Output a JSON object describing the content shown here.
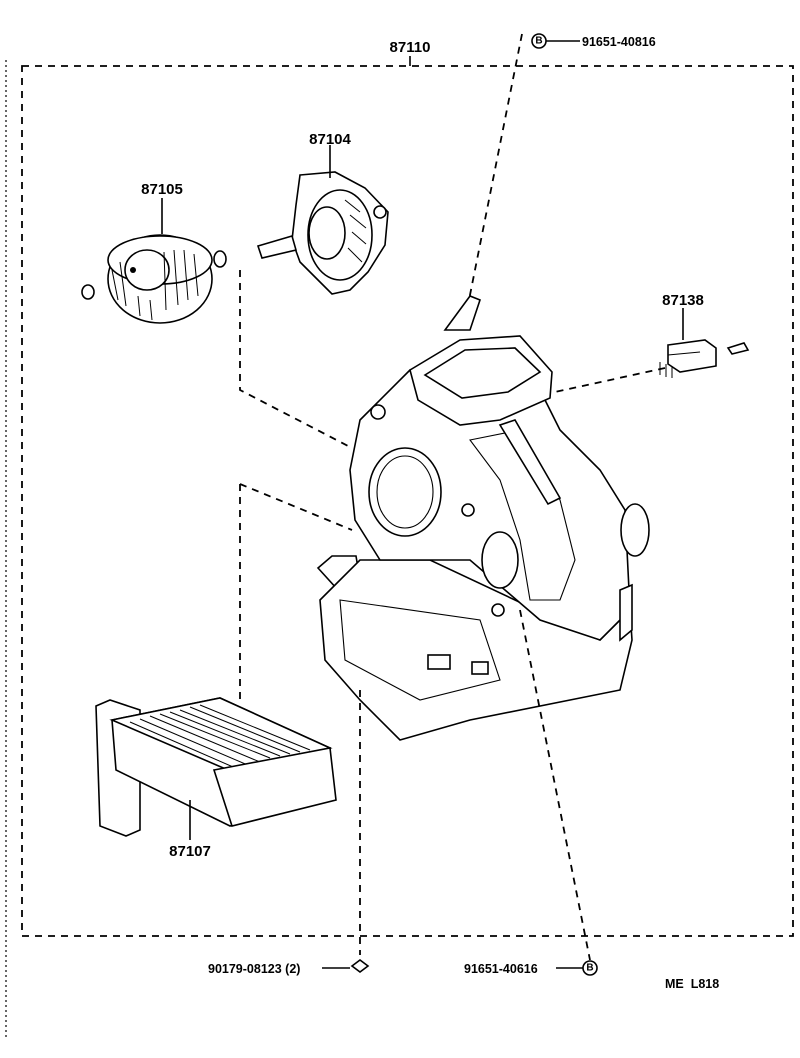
{
  "parts": {
    "assembly": "87110",
    "fan": "87105",
    "motor": "87104",
    "servo": "87138",
    "heater_core": "87107"
  },
  "fasteners": {
    "top_screw": {
      "number": "91651-40816",
      "symbol": "B"
    },
    "bottom_screw": {
      "number": "91651-40616",
      "symbol": "B"
    },
    "clip": {
      "number": "90179-08123 (2)"
    }
  },
  "figure_code": "ME  L818"
}
